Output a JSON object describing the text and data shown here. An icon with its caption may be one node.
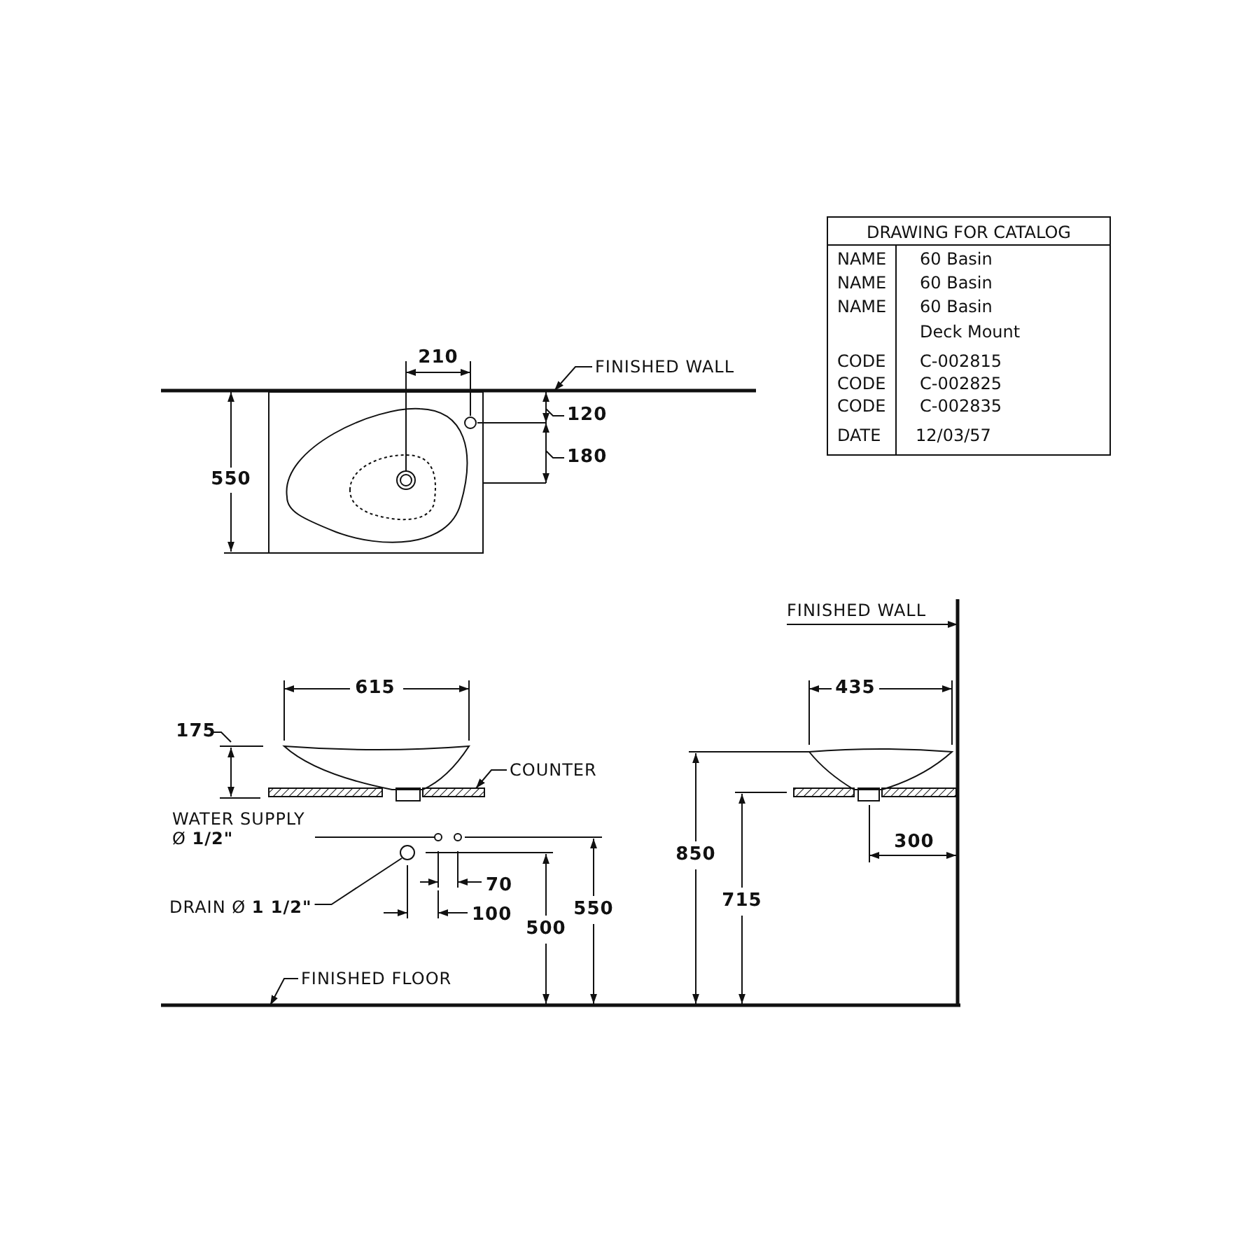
{
  "diagram": {
    "nodes": [
      {
        "text": [
          "FINISHED WALL"
        ]
      },
      {
        "text": [
          "COUNTER"
        ]
      },
      {
        "text": [
          "WATER SUPPLY Ø **1/2\"**"
        ]
      },
      {
        "text": [
          "DRAIN Ø **1 1/2\"**"
        ]
      },
      {
        "text": [
          "FINISHED FLOOR"
        ]
      },
      {
        "text": [
          "FINISHED WALL"
        ]
      },
      {
        "text": [],
        "shape": "bar"
      },
      {
        "text": [],
        "shape": "bar"
      },
      {
        "text": [],
        "shape": "circle"
      },
      {
        "text": [],
        "shape": "circle"
      },
      {
        "text": [],
        "shape": "bar"
      },
      {
        "text": [],
        "shape": "bar"
      }
    ],
    "edges": [
      {
        "from": 0,
        "to": 6,
        "arrow": "to"
      },
      {
        "from": 1,
        "to": 7,
        "arrow": "to"
      },
      {
        "from": 2,
        "to": 8,
        "arrow": "none"
      },
      {
        "from": 3,
        "to": 9,
        "arrow": "none"
      },
      {
        "from": 4,
        "to": 10,
        "arrow": "to"
      },
      {
        "from": 5,
        "to": 11,
        "arrow": "to"
      }
    ],
    "labels": [
      "DRAWING FOR CATALOG",
      "NAME",
      "60 Basin",
      "NAME",
      "60 Basin",
      "NAME",
      "60 Basin",
      "Deck Mount",
      "CODE",
      "C-002815",
      "CODE",
      "C-002825",
      "CODE",
      "C-002835",
      "DATE",
      "12/03/57",
      "210",
      "120",
      "180",
      "550",
      "615",
      "435",
      "175",
      "70",
      "100",
      "850",
      "500",
      "550",
      "715",
      "300"
    ]
  }
}
